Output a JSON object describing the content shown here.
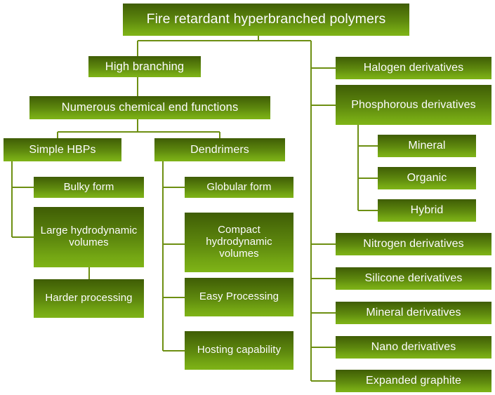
{
  "diagram": {
    "type": "tree",
    "title": "Fire retardant hyperbranched polymers",
    "palette": {
      "box_gradient_top": "#3f5d05",
      "box_gradient_bottom": "#7fb417",
      "connector_line": "#6d8f12",
      "text": "#ffffff",
      "background": "#ffffff"
    },
    "nodes": {
      "root": "Fire retardant hyperbranched polymers",
      "high_branching": "High branching",
      "numerous_chemical_end_functions": "Numerous chemical end functions",
      "simple_hbps": "Simple HBPs",
      "dendrimers": "Dendrimers",
      "bulky_form": "Bulky form",
      "large_hydrodynamic_volumes": "Large hydrodynamic volumes",
      "harder_processing": "Harder processing",
      "globular_form": "Globular form",
      "compact_hydrodynamic_volumes": "Compact hydrodynamic volumes",
      "easy_processing": "Easy Processing",
      "hosting_capability": "Hosting capability",
      "halogen_derivatives": "Halogen derivatives",
      "phosphorous_derivatives": "Phosphorous derivatives",
      "mineral": "Mineral",
      "organic": "Organic",
      "hybrid": "Hybrid",
      "nitrogen_derivatives": "Nitrogen derivatives",
      "silicone_derivatives": "Silicone derivatives",
      "mineral_derivatives": "Mineral derivatives",
      "nano_derivatives": "Nano derivatives",
      "expanded_graphite": "Expanded graphite"
    }
  }
}
